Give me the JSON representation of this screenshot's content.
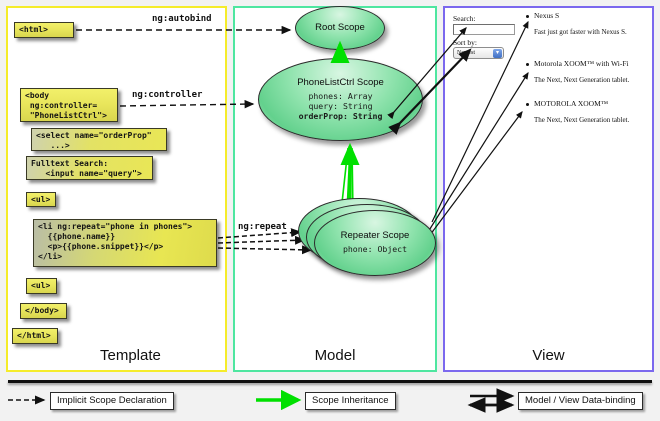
{
  "panels": {
    "template": {
      "label": "Template",
      "border_color": "#f5ec2a"
    },
    "model": {
      "label": "Model",
      "border_color": "#4ee6a0"
    },
    "view": {
      "label": "View",
      "border_color": "#7b68ee"
    }
  },
  "template_boxes": [
    {
      "id": "html-open",
      "text": "<html>"
    },
    {
      "id": "body-open",
      "text": "<body\n ng:controller=\n \"PhoneListCtrl\">"
    },
    {
      "id": "select",
      "text": "<select name=\"orderProp\"\n   ...>"
    },
    {
      "id": "fulltext",
      "text": "Fulltext Search:\n   <input name=\"query\">"
    },
    {
      "id": "ul-open",
      "text": "<ul>"
    },
    {
      "id": "li-repeat",
      "text": "<li ng:repeat=\"phone in phones\">\n  {{phone.name}}\n  <p>{{phone.snippet}}</p>\n</li>"
    },
    {
      "id": "ul-close",
      "text": "<ul>"
    },
    {
      "id": "body-close",
      "text": "</body>"
    },
    {
      "id": "html-close",
      "text": "</html>"
    }
  ],
  "scopes": [
    {
      "id": "root-scope",
      "title": "Root\nScope",
      "props": ""
    },
    {
      "id": "phonelist-scope",
      "title": "PhoneListCtrl\nScope",
      "props_plain": "phones: Array\nquery: String",
      "props_bold": "orderProp: String"
    },
    {
      "id": "repeater-scope",
      "title": "Repeater\nScope",
      "props": "phone: Object"
    }
  ],
  "edge_labels": {
    "autobind": "ng:autobind",
    "controller": "ng:controller",
    "repeat": "ng:repeat"
  },
  "view": {
    "search_label": "Search:",
    "search_value": "",
    "sort_label": "Sort by:",
    "sort_selected": "Newest",
    "sort_arrow": "▾",
    "phones": [
      {
        "name": "Nexus S",
        "snippet": "Fast just got faster with Nexus S."
      },
      {
        "name": "Motorola XOOM™  with Wi-Fi",
        "snippet": "The Next, Next Generation tablet."
      },
      {
        "name": "MOTOROLA XOOM™",
        "snippet": "The Next, Next Generation tablet."
      }
    ]
  },
  "legend": [
    {
      "id": "implicit-scope-declaration",
      "label": "Implicit Scope Declaration",
      "line": "dashed",
      "color": "#111111"
    },
    {
      "id": "scope-inheritance",
      "label": "Scope Inheritance",
      "line": "solid-green",
      "color": "#00e000"
    },
    {
      "id": "model-view-data-binding",
      "label": "Model / View Data-binding",
      "line": "double",
      "color": "#111111"
    }
  ],
  "colors": {
    "code_box_fill": "#e9e65c",
    "scope_fill": "#8fe3ad",
    "inheritance_green": "#00e000",
    "page_bg": "#f2f2f2"
  }
}
